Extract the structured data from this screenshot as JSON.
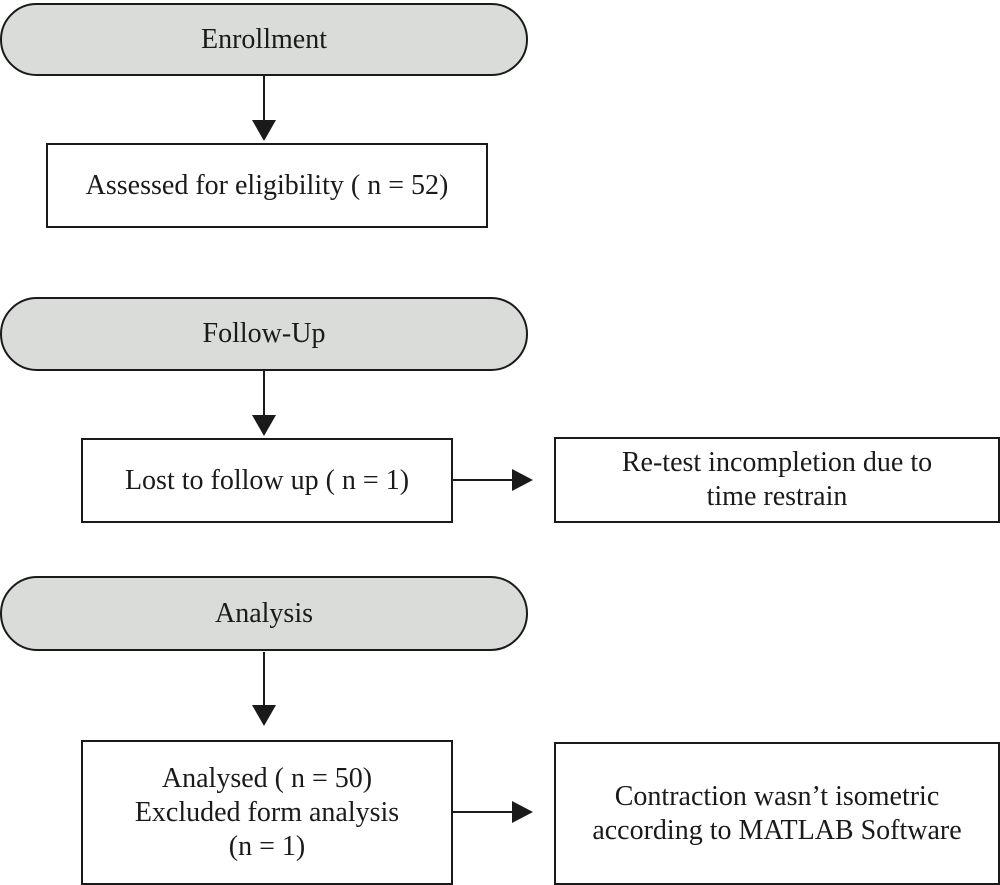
{
  "stages": {
    "enrollment": "Enrollment",
    "follow_up": "Follow-Up",
    "analysis": "Analysis"
  },
  "boxes": {
    "assessed": "Assessed for eligibility ( n = 52)",
    "lost": "Lost to follow up ( n = 1)",
    "retest_line1": "Re-test incompletion due to",
    "retest_line2": "time restrain",
    "analysed_line1": "Analysed ( n = 50)",
    "analysed_line2": "Excluded form analysis",
    "analysed_line3": "(n = 1)",
    "contraction_line1": "Contraction wasn’t isometric",
    "contraction_line2": "according to MATLAB Software"
  },
  "colors": {
    "stage_fill": "#d9dcd9",
    "stroke": "#1a1a1a"
  }
}
